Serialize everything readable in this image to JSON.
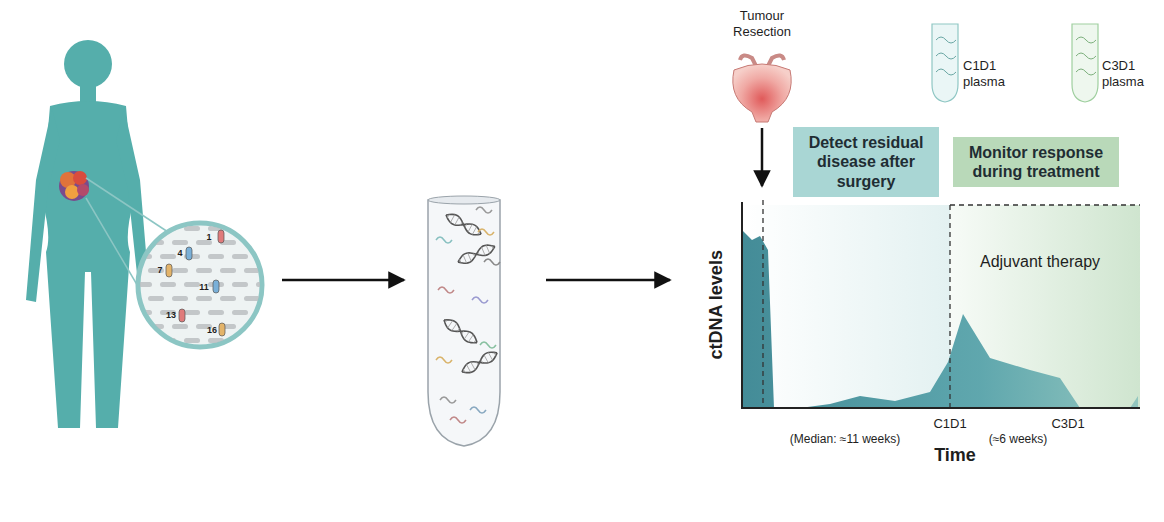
{
  "diagram": {
    "nodes": [
      {
        "text": [
          "Detect residual disease after surgery"
        ]
      },
      {
        "text": [
          "Monitor response during treatment"
        ]
      }
    ],
    "labels": [
      "1",
      "4",
      "7",
      "11",
      "13",
      "16",
      "Tumour Resection",
      "C1D1 plasma",
      "C3D1 plasma",
      "ctDNA levels",
      "Adjuvant therapy",
      "C1D1",
      "C3D1",
      "(Median: ≈11 weeks)",
      "(≈6 weeks)",
      "Time"
    ]
  }
}
